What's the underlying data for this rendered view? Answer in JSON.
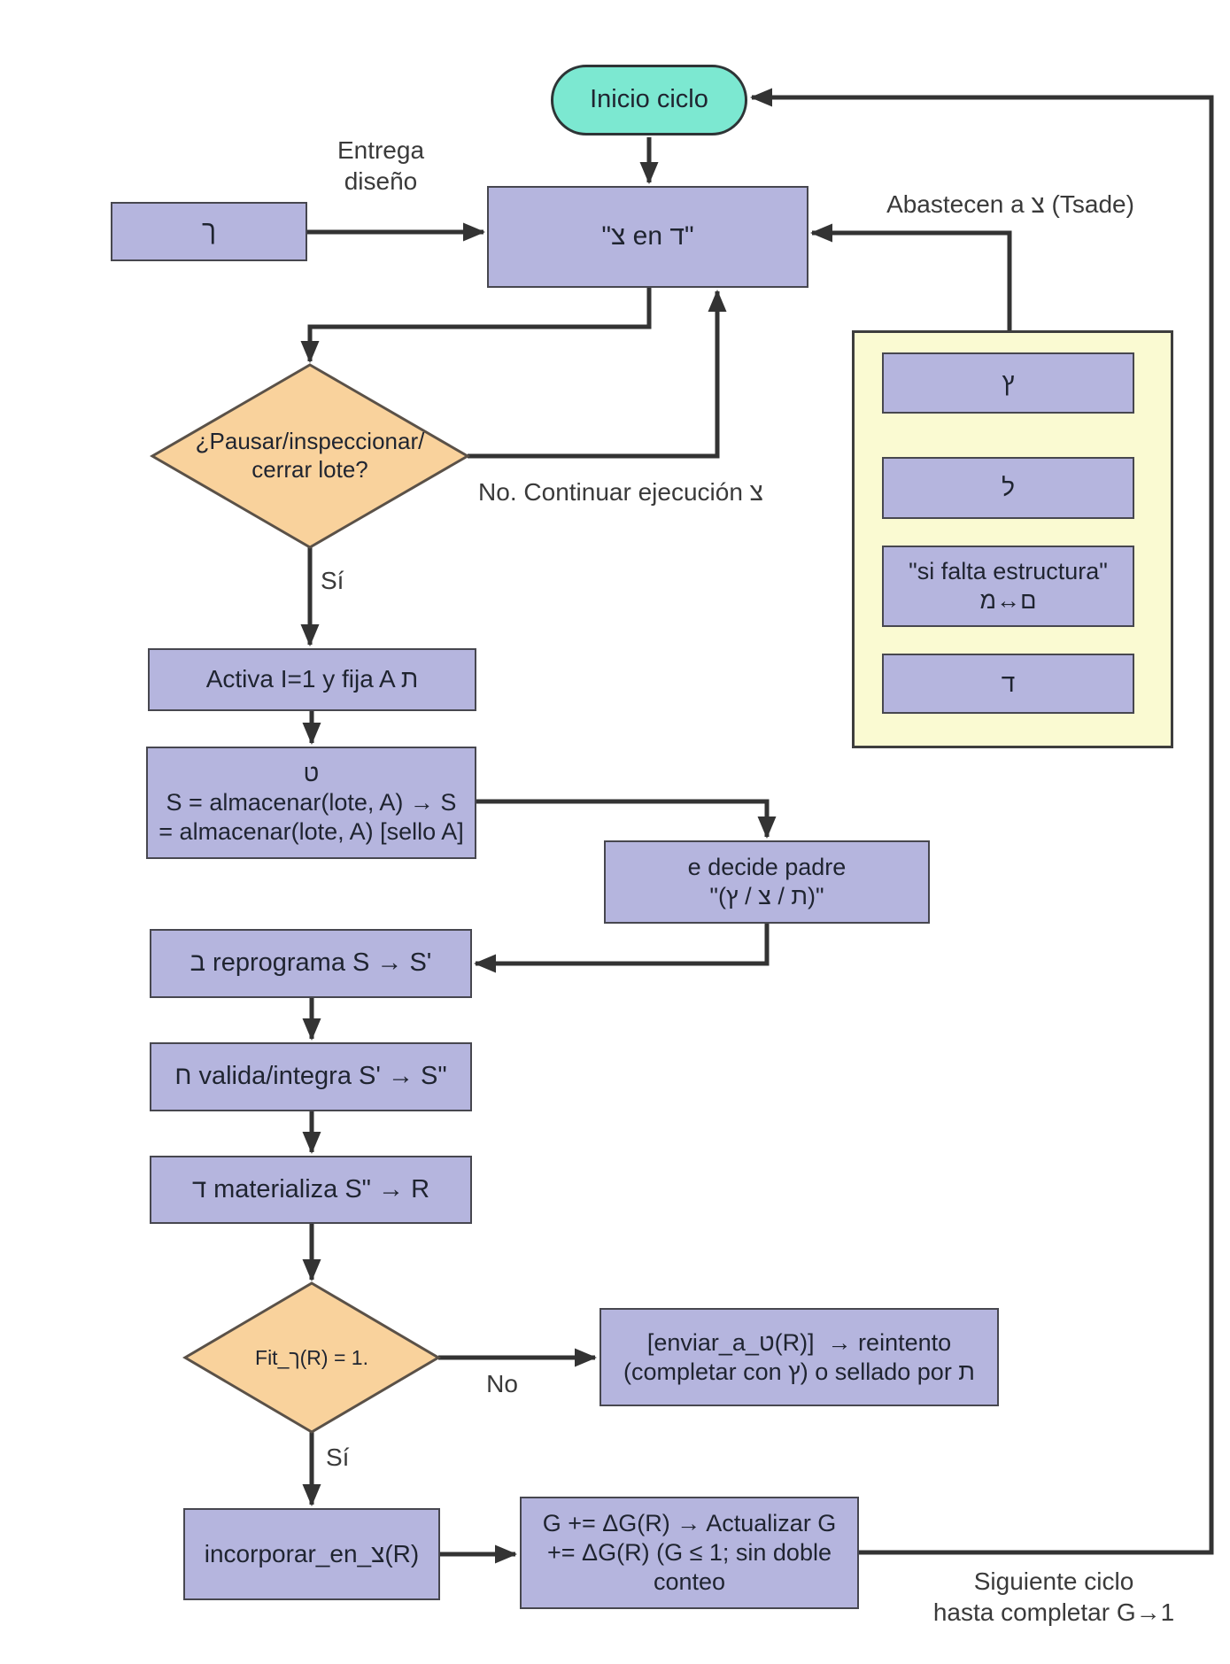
{
  "diagram": {
    "start": {
      "label": "Inicio ciclo"
    },
    "nodes": {
      "ek_box": {
        "label": "ך"
      },
      "main_box": {
        "label": "\"צ en ד\""
      },
      "activa": {
        "label": "Activa I=1 y fija A ת"
      },
      "almacenar": {
        "label": "ט\nS = almacenar(lote, A) → S\n= almacenar(lote, A) [sello A]"
      },
      "decide_padre": {
        "label": "e decide padre\n\"(ץ / צ / ת)\""
      },
      "reprograma": {
        "label": "ב reprograma S → S'"
      },
      "valida": {
        "label": "ח valida/integra S' → S\""
      },
      "materializa": {
        "label": "ד materializa S\" → R"
      },
      "enviar": {
        "label": "[enviar_a_ט(R)]  → reintento\n(completar con ץ) o sellado por ת"
      },
      "incorporar": {
        "label": "incorporar_en_צ(R)"
      },
      "g_update": {
        "label": "G += ΔG(R) → Actualizar G\n+= ΔG(R) (G ≤ 1; sin doble\nconteo"
      }
    },
    "decisions": {
      "pause": {
        "label": "¿Pausar/inspeccionar/\ncerrar lote?"
      },
      "fit": {
        "label": "Fit_ך(R) = 1."
      }
    },
    "group": {
      "items": [
        {
          "label": "ץ"
        },
        {
          "label": "ל"
        },
        {
          "label": "\"si falta estructura\"\nמ↔ם"
        },
        {
          "label": "ד"
        }
      ]
    },
    "edge_labels": {
      "entrega": "Entrega\ndiseño",
      "abastecen": "Abastecen a צ (Tsade)",
      "no_continuar": "No. Continuar ejecución צ",
      "si_1": "Sí",
      "no_2": "No",
      "si_2": "Sí",
      "siguiente": "Siguiente ciclo\nhasta completar G→1"
    },
    "colors": {
      "node_fill": "#b5b5de",
      "node_border": "#47474f",
      "start_fill": "#7ce8d1",
      "decision_fill": "#f9d29c",
      "decision_border": "#5a5148",
      "group_fill": "#fafad2",
      "line": "#333333",
      "text": "#1f2430"
    }
  }
}
